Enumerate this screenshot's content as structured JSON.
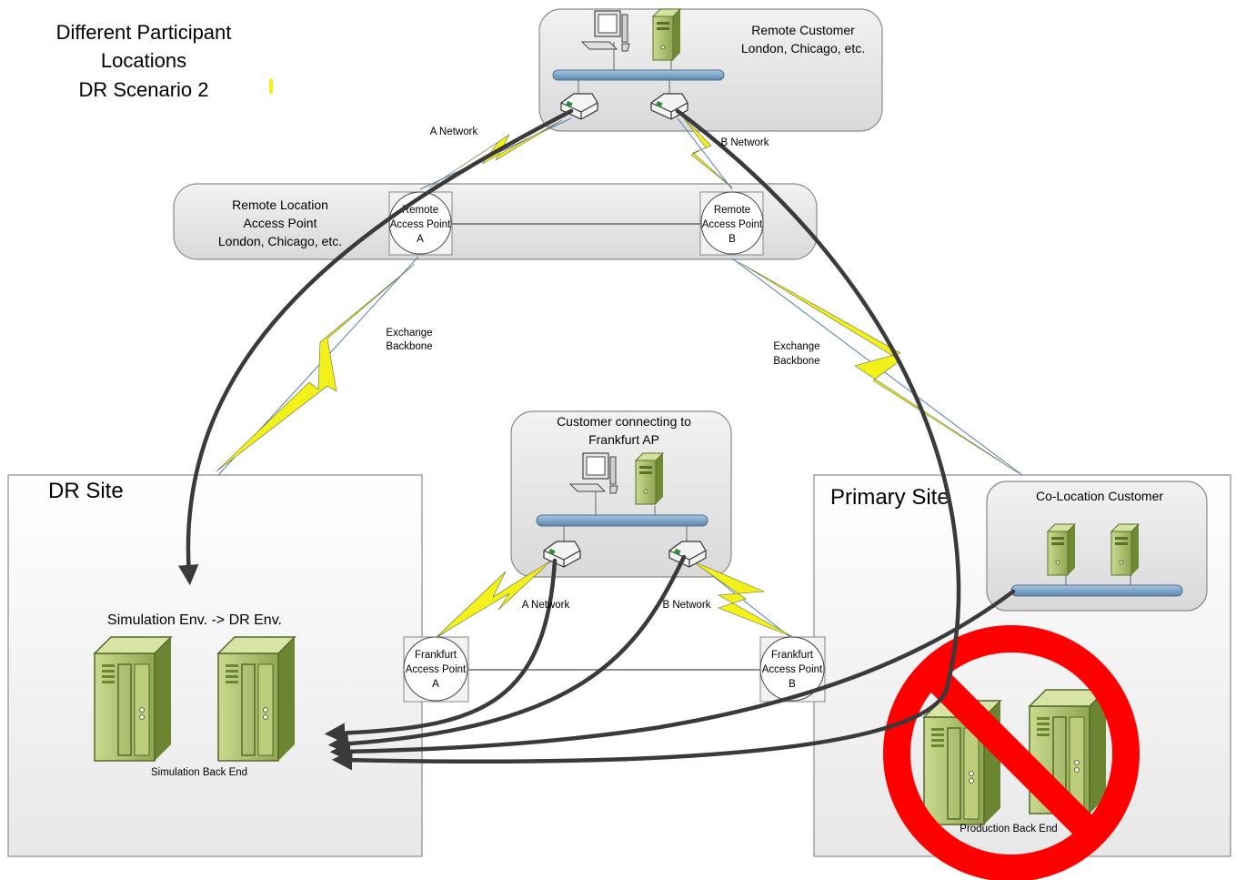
{
  "title_lines": [
    "Different Participant",
    "Locations",
    "DR Scenario 2"
  ],
  "remote_customer": {
    "lines": [
      "Remote Customer",
      "London, Chicago, etc."
    ]
  },
  "remote_location": {
    "lines": [
      "Remote Location",
      "Access Point",
      "London, Chicago, etc."
    ]
  },
  "remote_ap_a": {
    "lines": [
      "Remote",
      "Access Point",
      "A"
    ]
  },
  "remote_ap_b": {
    "lines": [
      "Remote",
      "Access Point",
      "B"
    ]
  },
  "labels": {
    "top_a_network": "A Network",
    "top_b_network": "B Network",
    "exchange_backbone_left": [
      "Exchange",
      "Backbone"
    ],
    "exchange_backbone_right": [
      "Exchange",
      "Backbone"
    ],
    "mid_a_network": "A Network",
    "mid_b_network": "B Network"
  },
  "frankfurt_customer": {
    "lines": [
      "Customer connecting to",
      "Frankfurt AP"
    ]
  },
  "frankfurt_ap_a": {
    "lines": [
      "Frankfurt",
      "Access Point",
      "A"
    ]
  },
  "frankfurt_ap_b": {
    "lines": [
      "Frankfurt",
      "Access Point",
      "B"
    ]
  },
  "dr_site": {
    "title": "DR Site",
    "env_label": "Simulation Env. -> DR Env.",
    "backend_label": "Simulation Back End"
  },
  "primary_site": {
    "title": "Primary Site",
    "colocation_label": "Co-Location Customer",
    "backend_label": "Production Back End"
  },
  "colors": {
    "lightning": "#f2f21a",
    "bus": "#7fa7c9",
    "server": "#a8bd6a",
    "no_sign": "#ff0000",
    "arrow": "#3a3a3a"
  }
}
